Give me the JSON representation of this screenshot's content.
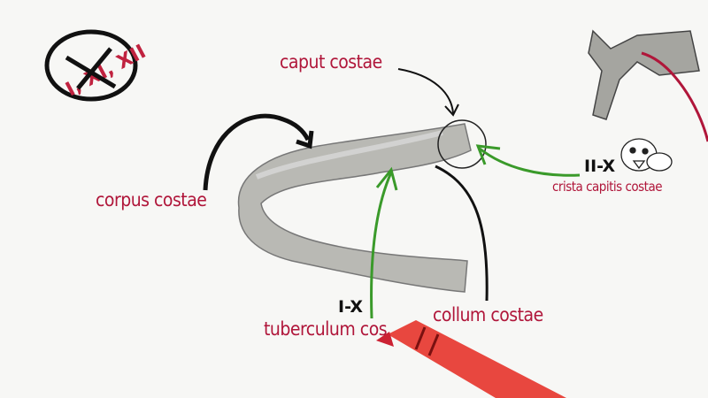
{
  "labels": {
    "caput": "caput costae",
    "corpus": "corpus costae",
    "collum": "collum costae",
    "tuberculum": "tuberculum cos",
    "crista": "crista capitis costae"
  },
  "ranges": {
    "tuberculum": "I-X",
    "crista": "II-X",
    "excluded": "I, XI, XII"
  },
  "colors": {
    "label": "#b0163a",
    "arrow_green": "#3a9a2a",
    "arrow_black": "#111111",
    "crayon": "#e8473f"
  }
}
